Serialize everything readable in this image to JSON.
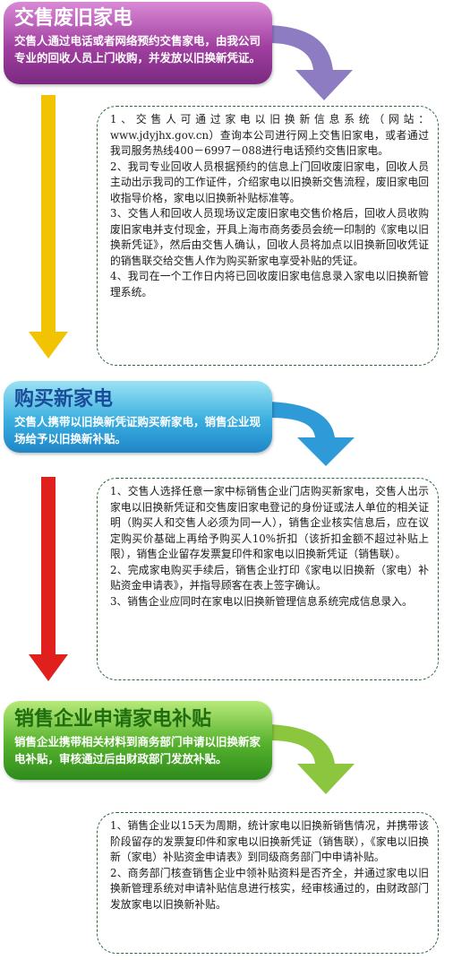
{
  "steps": [
    {
      "title": "交售废旧家电",
      "desc": "交售人通过电话或者网络预约交售家电，由我公司专业的回收人员上门收购，并发放以旧换新凭证。",
      "details": "1、交售人可通过家电以旧换新信息系统（网站：www.jdyjhx.gov.cn）查询本公司进行网上交售旧家电，或者通过我司服务热线400－6997－088进行电话预约交售旧家电。\n2、我司专业回收人员根据预约的信息上门回收废旧家电，回收人员主动出示我司的工作证件，介绍家电以旧换新交售流程，废旧家电回收指导价格，家电以旧换新补贴标准等。\n3、交售人和回收人员现场议定废旧家电交售价格后，回收人员收购废旧家电并支付现金，开具上海市商务委员会统一印制的《家电以旧换新凭证》，然后由交售人确认，回收人员将加点以旧换新回收凭证的销售联交给交售人作为购买新家电享受补贴的凭证。\n4、我司在一个工作日内将已回收废旧家电信息录入家电以旧换新管理系统。"
    },
    {
      "title": "购买新家电",
      "desc": "交售人携带以旧换新凭证购买新家电，销售企业现场给予以旧换新补贴。",
      "details": "1、交售人选择任意一家中标销售企业门店购买新家电，交售人出示家电以旧换新凭证和交售废旧家电登记的身份证或法人单位的相关证明（购买人和交售人必须为同一人），销售企业核实信息后，应在议定购买价基础上再给予购买人10%折扣（该折扣金额不超过补贴上限），销售企业留存发票复印件和家电以旧换新凭证（销售联）。\n2、完成家电购买手续后，销售企业打印《家电以旧换新（家电）补贴资金申请表》，并指导顾客在表上签字确认。\n3、销售企业应同时在家电以旧换新管理信息系统完成信息录入。"
    },
    {
      "title": "销售企业申请家电补贴",
      "desc": "销售企业携带相关材料到商务部门申请以旧换新家电补贴，审核通过后由财政部门发放补贴。",
      "details": "1、销售企业以15天为周期，统计家电以旧换新销售情况，并携带该阶段留存的发票复印件和家电以旧换新凭证（销售联），《家电以旧换新（家电）补贴资金申请表》到同级商务部门中申请补贴。\n2、商务部门核查销售企业中领补贴资料是否齐全，并通过家电以旧换新管理系统对申请补贴信息进行核实，经审核通过的，由财政部门发放家电以旧换新补贴。"
    }
  ],
  "colors": {
    "step1": "#a13fa0",
    "step2": "#3aaee0",
    "step3": "#55b12c",
    "arrow_purple": "#8e7cc3",
    "arrow_yellow": "#f2c300",
    "arrow_blue": "#2e9ad8",
    "arrow_red": "#e0201c",
    "arrow_green": "#8cc63f"
  }
}
